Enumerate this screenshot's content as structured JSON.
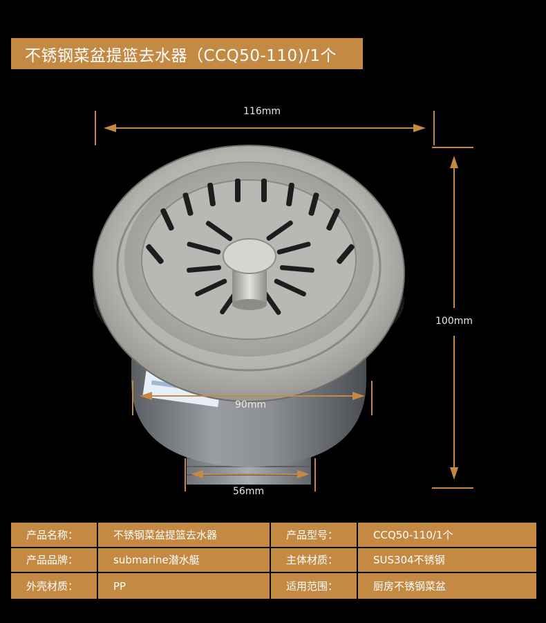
{
  "title": "不锈钢菜盆提篮去水器（CCQ50-110)/1个",
  "dimensions": {
    "top_width": "116mm",
    "height": "100mm",
    "body_width": "90mm",
    "outlet_width": "56mm"
  },
  "specs": {
    "rows": [
      {
        "label1": "产品名称：",
        "value1": "不锈钢菜盆提篮去水器",
        "label2": "产品型号：",
        "value2": "CCQ50-110/1个"
      },
      {
        "label1": "产品品牌：",
        "value1": "submarine潜水艇",
        "label2": "主体材质：",
        "value2": "SUS304不锈钢"
      },
      {
        "label1": "外壳材质：",
        "value1": "PP",
        "label2": "适用范围：",
        "value2": "厨房不锈钢菜盆"
      }
    ]
  },
  "colors": {
    "accent": "#c48a44",
    "background": "#000000",
    "arrow": "#c48a44"
  }
}
